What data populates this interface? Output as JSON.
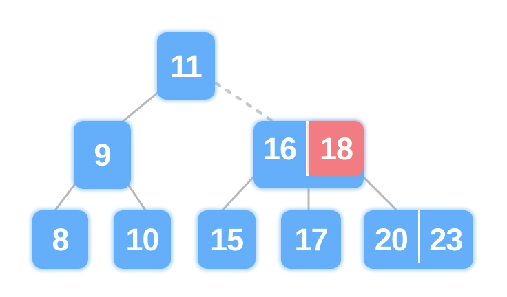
{
  "diagram_title": "",
  "colors": {
    "node_fill": "#64aefa",
    "highlight_fill": "#f17c81",
    "node_text": "#ffffff",
    "edge": "#b8b8b8",
    "dashed_edge": "#c9c9c9",
    "divider": "#ffffff",
    "canvas_bg": "#ffffff"
  },
  "tree": {
    "root": {
      "keys": [
        "11"
      ]
    },
    "internal": [
      {
        "keys": [
          "9"
        ]
      },
      {
        "keys": [
          "16",
          "18"
        ],
        "highlighted_key": "18"
      }
    ],
    "leaves": [
      {
        "keys": [
          "8"
        ]
      },
      {
        "keys": [
          "10"
        ]
      },
      {
        "keys": [
          "15"
        ]
      },
      {
        "keys": [
          "17"
        ]
      },
      {
        "keys": [
          "20",
          "23"
        ]
      }
    ]
  },
  "edges": [
    {
      "from": "11",
      "to": "9",
      "style": "solid"
    },
    {
      "from": "11",
      "to": "16|18",
      "style": "dashed"
    },
    {
      "from": "9",
      "to": "8",
      "style": "solid"
    },
    {
      "from": "9",
      "to": "10",
      "style": "solid"
    },
    {
      "from": "16|18",
      "to": "15",
      "style": "solid"
    },
    {
      "from": "16|18",
      "to": "17",
      "style": "solid"
    },
    {
      "from": "16|18",
      "to": "20|23",
      "style": "solid"
    }
  ]
}
